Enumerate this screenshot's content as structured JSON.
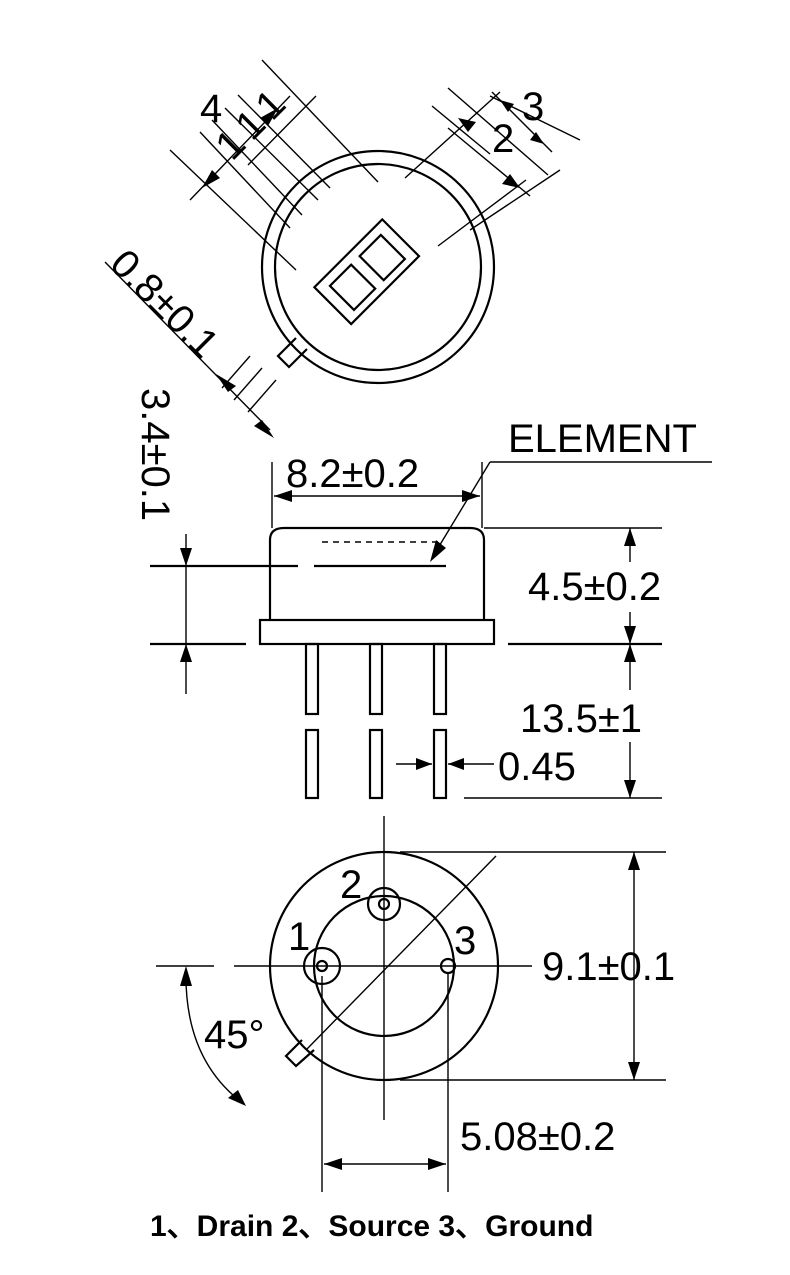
{
  "top_view": {
    "dim_width": "4",
    "dim_window_pitch": "1",
    "dim_window": "2",
    "dim_right": "3",
    "dim_tab": "0.8±0.1"
  },
  "side_view": {
    "element_label": "ELEMENT",
    "dim_body_width": "8.2±0.2",
    "dim_element_height": "3.4±0.1",
    "dim_body_height": "4.5±0.2",
    "dim_lead_length": "13.5±1",
    "dim_lead_dia": "0.45"
  },
  "bottom_view": {
    "pin1": "1",
    "pin2": "2",
    "pin3": "3",
    "angle": "45°",
    "dim_diameter": "9.1±0.1",
    "dim_pitch": "5.08±0.2"
  },
  "legend": "1、Drain 2、Source 3、Ground"
}
